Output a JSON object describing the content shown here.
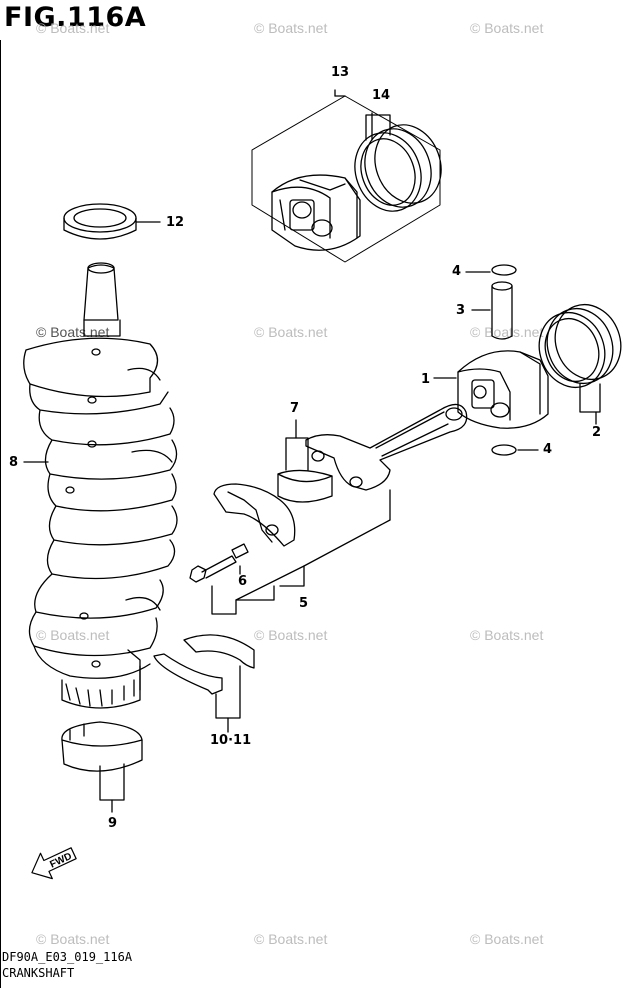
{
  "title": "FIG.116A",
  "watermark": "© Boats.net",
  "part_numbers": {
    "p1": "1",
    "p2": "2",
    "p3": "3",
    "p4a": "4",
    "p4b": "4",
    "p5": "5",
    "p6": "6",
    "p7": "7",
    "p8": "8",
    "p9": "9",
    "p10_11": "10·11",
    "p12": "12",
    "p13": "13",
    "p14": "14"
  },
  "fwd_label": "FWD",
  "footer": {
    "code": "DF90A_E03_019_116A",
    "name": "CRANKSHAFT"
  }
}
